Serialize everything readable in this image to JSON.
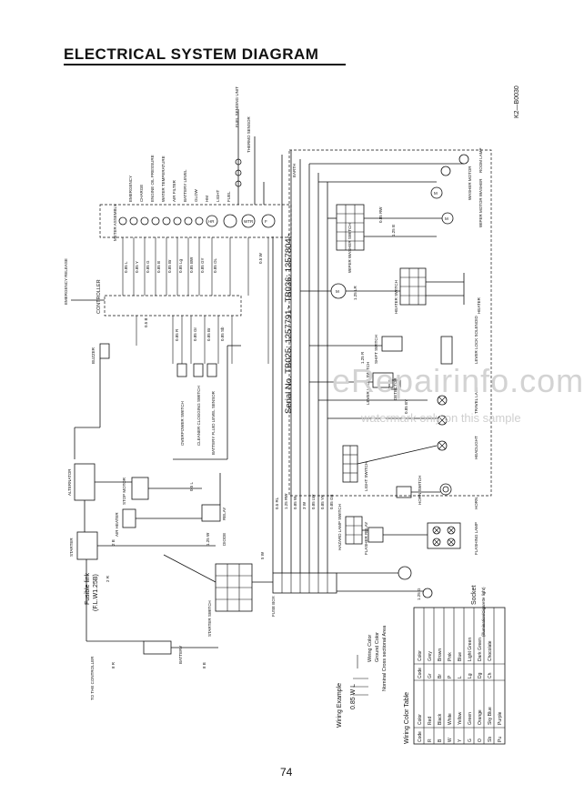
{
  "page": {
    "title": "ELECTRICAL SYSTEM DIAGRAM",
    "page_number": "74",
    "doc_code": "K2—B0030",
    "watermark": "eRepairinfo.com",
    "watermark_sub": "watermark only on this sample",
    "serial_note": "Serial No. TB025: 1257791~  TB036: 1357804~"
  },
  "components": {
    "emergency_release": "EMERGENCY RELEASE",
    "controller": "CONTROLLER",
    "buzzer": "BUZZER",
    "meter_assembly": "METER ASSEMBLY",
    "starter": "STARTER",
    "fusible_link": "Fusible link",
    "fusible_link_spec": "(F.L.W1.25B)",
    "battery": "BATTERY",
    "to_controller": "TO THE CONTROLLER",
    "alternator": "ALTERNATOR",
    "stop_motor": "STOP MOTOR",
    "air_heater": "AIR HEATER",
    "relay": "RELAY",
    "diode": "DIODE",
    "starter_switch": "STARTER SWITCH",
    "fuse_box": "FUSE BOX",
    "hazard_lamp_switch": "HAZARD LAMP SWITCH",
    "flasher_relay": "FLASHER RELAY",
    "light_switch": "LIGHT SWITCH",
    "horn_switch": "HORN SWITCH",
    "horn": "HORN",
    "headlight": "HEADLIGHT",
    "travel_lamp": "TRAVEL LAMP",
    "flashing_lamp": "FLASHING LAMP",
    "wiper_washer_switch": "WIPER WASHER SWITCH",
    "heater_switch": "HEATER SWITCH",
    "heater": "HEATER",
    "room_lamp": "ROOM LAMP",
    "wiper_motor": "WIPER MOTOR",
    "washer_motor": "WASHER MOTOR",
    "wiper_motor_washer": "WIPER MOTOR WASHER",
    "lever_lock_solenoid": "LEVER LOCK SOLENOID",
    "socket_label": "Socket",
    "socket_illum": "(illumination/Cigarette light)",
    "overpower_switch": "OVERPOWER SWITCH",
    "cleaner_clogging_switch": "CLEANER CLOGGING SWITCH",
    "battery_fluid_level_sensor": "BATTERY FLUID LEVEL SENSOR",
    "fuel_sending_unit": "FUEL SENDING UNIT",
    "thermo_sensor": "THERMO SENSOR",
    "grounded_earth": "EARTH",
    "shift_switch": "SHIFT SWITCH",
    "lever_lock_switch": "LEVER LOCK SWITCH",
    "detector": "DETECTOR"
  },
  "meter_labels": [
    "EMERGENCY",
    "CHARGE",
    "ENGINE OIL PRESSURE",
    "WATER TEMPERATURE",
    "AIR FILTER",
    "BATTERY LEVEL",
    "GLOW",
    "HM",
    "LIGHT",
    "FUEL"
  ],
  "wires": {
    "w1": "0.5 W",
    "w2": "0.85 L",
    "w3": "0.85 Y",
    "w4": "0.85 G",
    "w5": "0.85 B",
    "w6": "0.85 Br",
    "w7": "0.85 Lg",
    "w8": "0.85 BW",
    "w9": "0.85 GY",
    "w10": "0.85 OL",
    "w11": "1.25 R",
    "w12": "1.25 W",
    "w13": "2 R",
    "w14": "5 W",
    "w15": "8 R",
    "w16": "0.5 L",
    "w17": "0.85 R",
    "w18": "0.85 Gr",
    "w19": "0.85 Br",
    "w20": "1.25 G",
    "w21": "0.5 RL",
    "w22": "1.25 RW",
    "w23": "0.85 W",
    "w24": "3 W",
    "w25": "0.85 RW",
    "w26": "0.85 LW",
    "w27": "0.85 YR",
    "w28": "0.85 GB",
    "w29": "1.25 B",
    "w30": "0.85 BY",
    "w31": "8 B",
    "w32": "0.5 B",
    "w33": "0.85 Sb",
    "w34": "2 B",
    "w35": "1.25 LR"
  },
  "wiring_example": {
    "title": "Wiring Example",
    "sample": "0.85  W   L",
    "wiring_color": "Wiring Color",
    "ground_color": "Ground Color",
    "nominal_area": "Nominal Cross sectional Area"
  },
  "color_table": {
    "title": "Wiring Color Table",
    "headers": [
      "Code",
      "Color",
      "Code",
      "Color"
    ],
    "rows": [
      [
        "R",
        "Red",
        "Gr",
        "Grey"
      ],
      [
        "B",
        "Black",
        "Br",
        "Brown"
      ],
      [
        "W",
        "White",
        "P",
        "Pink"
      ],
      [
        "Y",
        "Yellow",
        "L",
        "Blue"
      ],
      [
        "G",
        "Green",
        "Lg",
        "Light Green"
      ],
      [
        "O",
        "Orange",
        "Dg",
        "Dark Green"
      ],
      [
        "Sb",
        "Sky Blue",
        "Ch",
        "Chocolate"
      ],
      [
        "Pu",
        "Purple",
        "",
        ""
      ]
    ]
  }
}
